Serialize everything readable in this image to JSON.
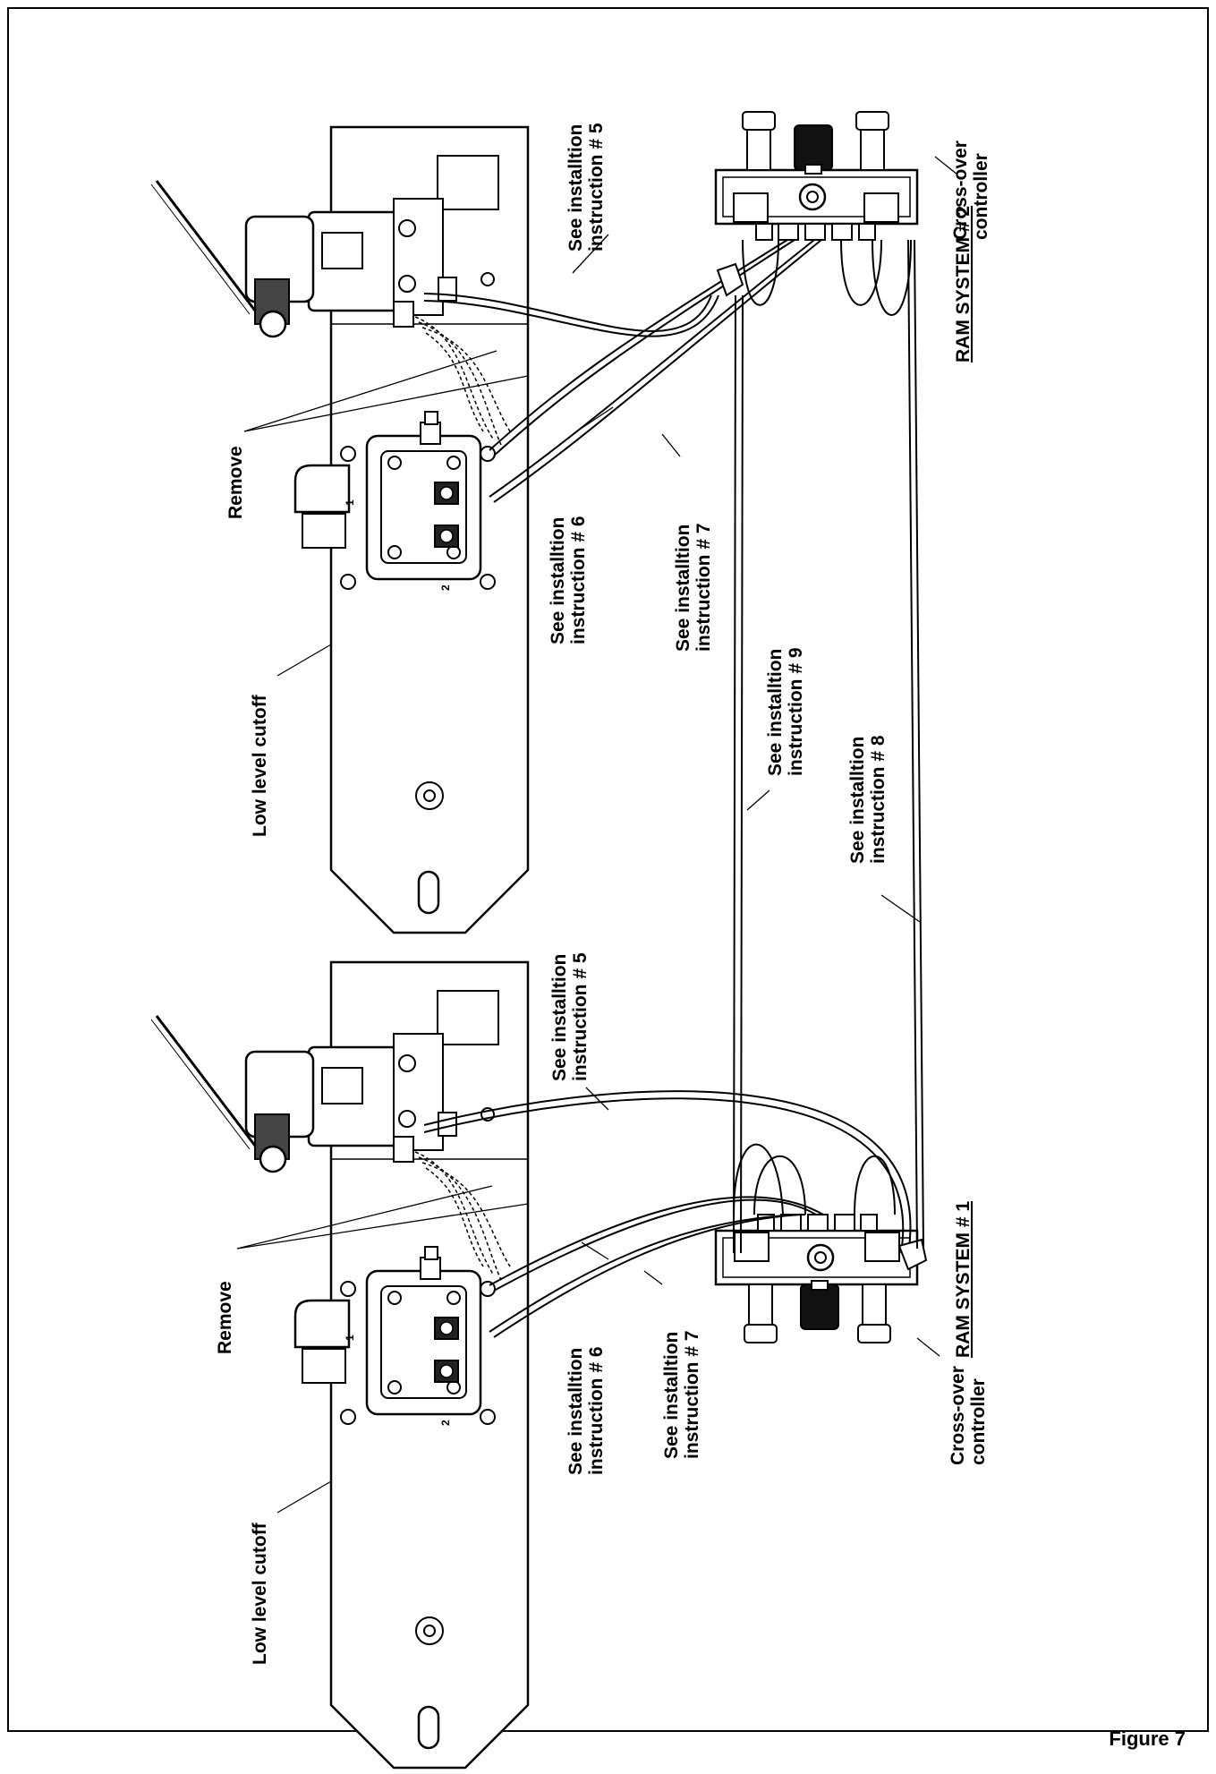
{
  "figure_label": "Figure 7",
  "system2": {
    "title": "RAM SYSTEM # 2",
    "controller_label": [
      "Cross-over",
      "controller"
    ],
    "cutoff_label": "Low level cutoff",
    "remove_label": "Remove",
    "instr5": [
      "See installtion",
      "instruction # 5"
    ],
    "instr6": [
      "See installtion",
      "instruction # 6"
    ],
    "instr7": [
      "See installtion",
      "instruction # 7"
    ]
  },
  "system1": {
    "title": "RAM SYSTEM # 1",
    "controller_label": [
      "Cross-over",
      "controller"
    ],
    "cutoff_label": "Low level cutoff",
    "remove_label": "Remove",
    "instr5": [
      "See installtion",
      "instruction # 5"
    ],
    "instr6": [
      "See installtion",
      "instruction # 6"
    ],
    "instr7": [
      "See installtion",
      "instruction # 7"
    ]
  },
  "link_labels": {
    "instr8": [
      "See installtion",
      "instruction # 8"
    ],
    "instr9": [
      "See installtion",
      "instruction # 9"
    ]
  },
  "plate_port_labels": [
    "1",
    "2"
  ]
}
